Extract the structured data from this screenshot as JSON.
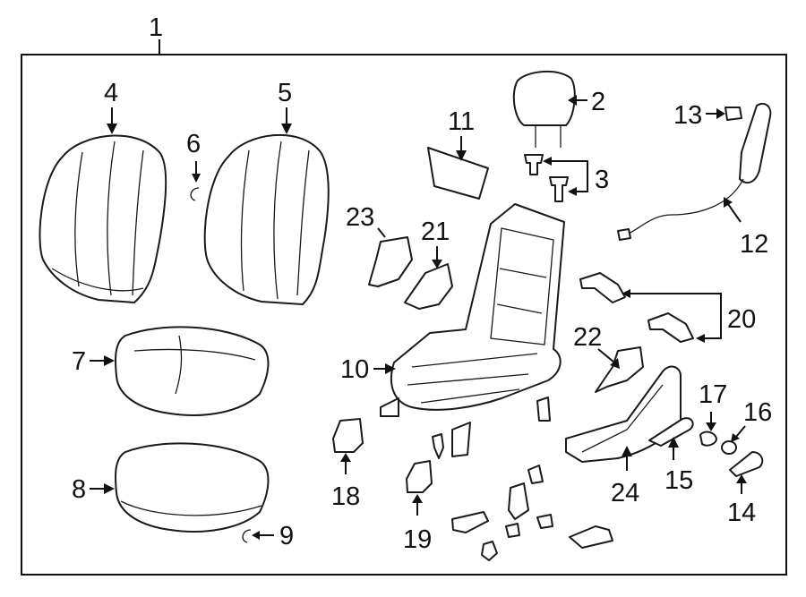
{
  "diagram": {
    "callouts": {
      "c1": "1",
      "c2": "2",
      "c3": "3",
      "c4": "4",
      "c5": "5",
      "c6": "6",
      "c7": "7",
      "c8": "8",
      "c9": "9",
      "c10": "10",
      "c11": "11",
      "c12": "12",
      "c13": "13",
      "c14": "14",
      "c15": "15",
      "c16": "16",
      "c17": "17",
      "c18": "18",
      "c19": "19",
      "c20": "20",
      "c21": "21",
      "c22": "22",
      "c23": "23",
      "c24": "24"
    }
  }
}
